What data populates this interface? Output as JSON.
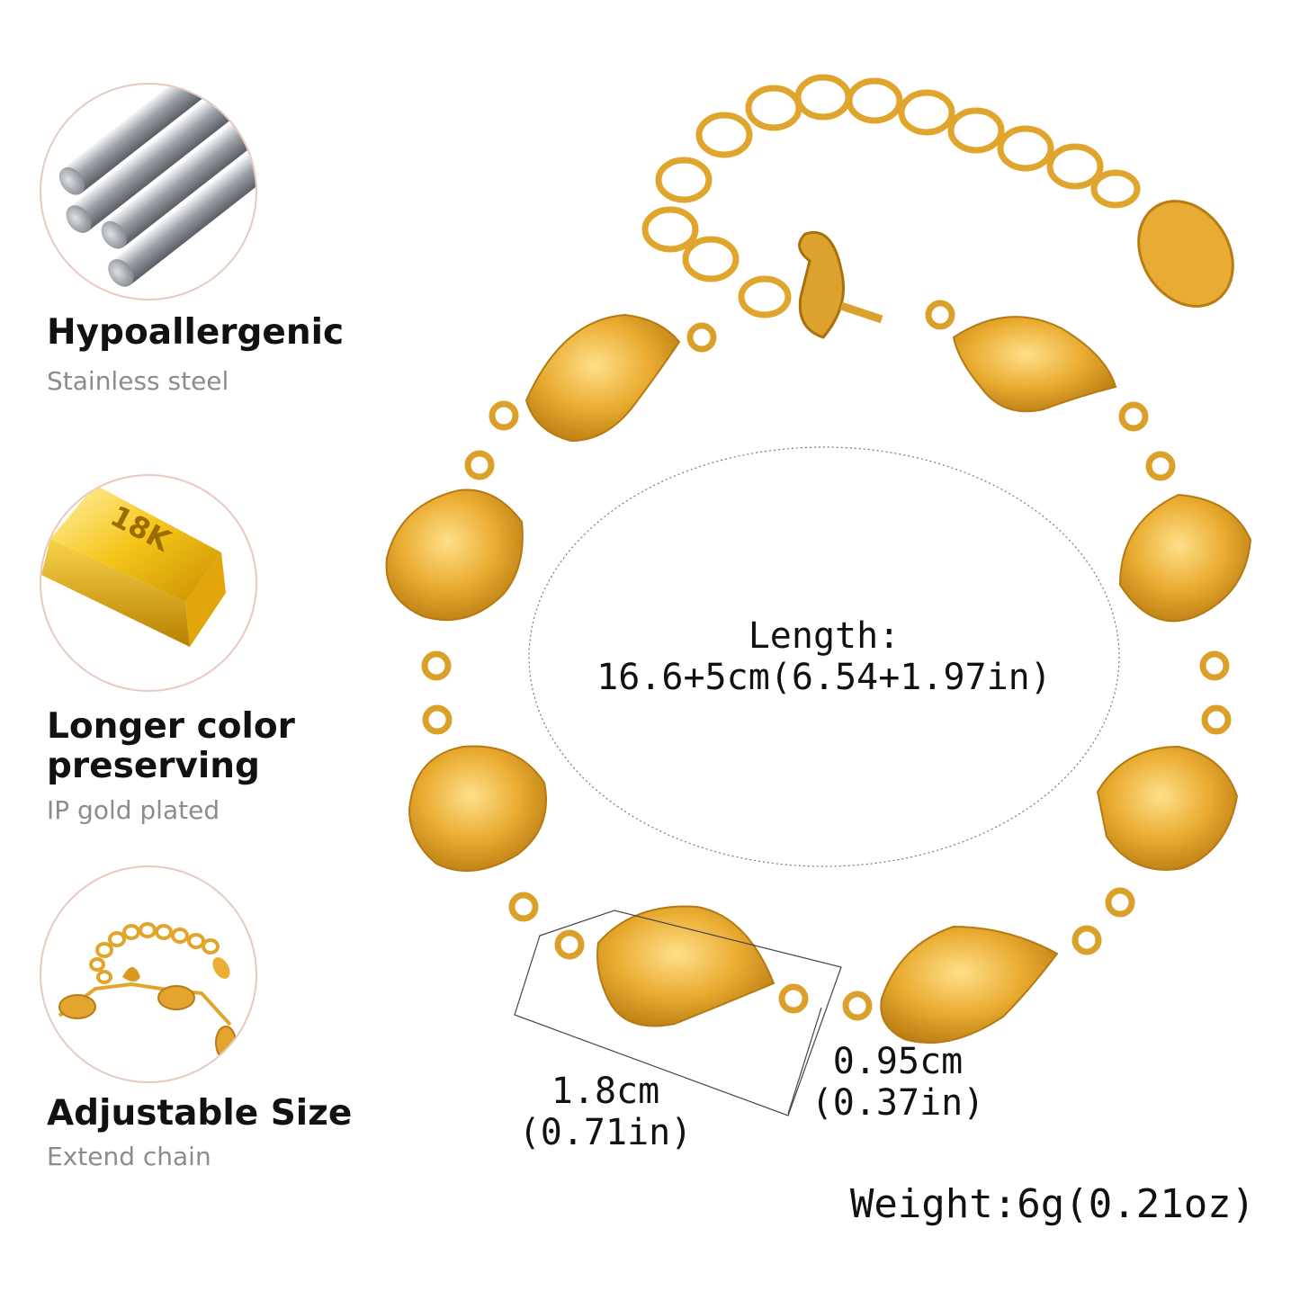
{
  "features": [
    {
      "title": "Hypoallergenic",
      "subtitle": "Stainless steel",
      "icon": "steel-rods-icon"
    },
    {
      "title": "Longer color preserving",
      "subtitle": "IP gold plated",
      "icon": "gold-bar-icon",
      "bar_label": "18K"
    },
    {
      "title": "Adjustable Size",
      "subtitle": "Extend chain",
      "icon": "extend-chain-icon"
    }
  ],
  "specs": {
    "length_label": "Length:",
    "length_value": "16.6+5cm(6.54+1.97in)",
    "charm_length_cm": "1.8cm",
    "charm_length_in": "(0.71in)",
    "charm_width_cm": "0.95cm",
    "charm_width_in": "(0.37in)",
    "weight": "Weight:6g(0.21oz)"
  },
  "colors": {
    "gold": "#e7a92f",
    "gold_light": "#f6cf62",
    "gold_dark": "#b77a10",
    "circle_border": "#e8c9bf",
    "steel": "#b9bcc2"
  }
}
